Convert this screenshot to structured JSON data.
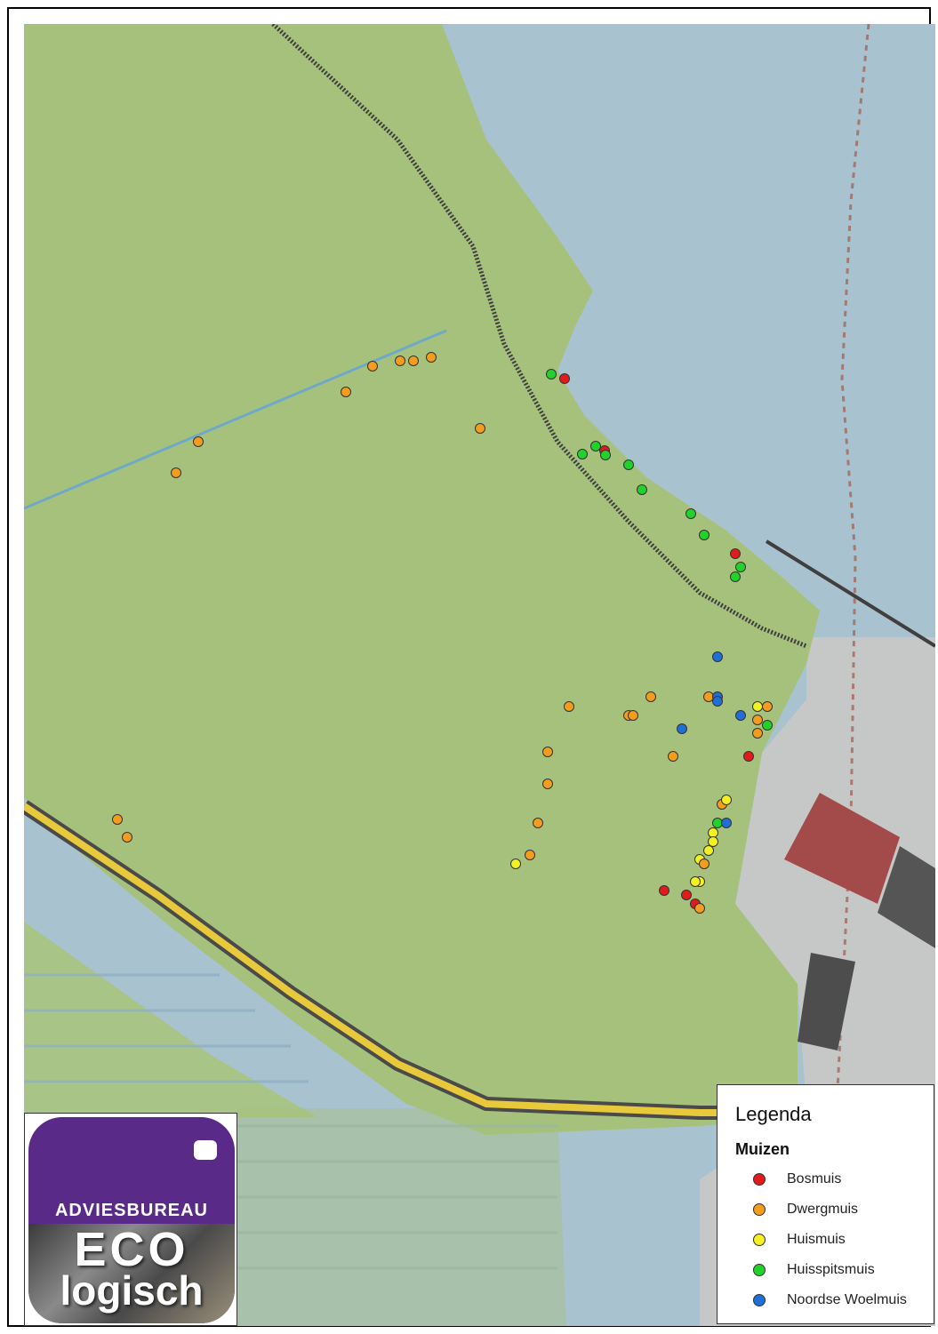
{
  "legend": {
    "title": "Legenda",
    "group_title": "Muizen",
    "items": [
      {
        "label": "Bosmuis",
        "color": "#e31a1c"
      },
      {
        "label": "Dwergmuis",
        "color": "#f39c1e"
      },
      {
        "label": "Huismuis",
        "color": "#f5f022"
      },
      {
        "label": "Huisspitsmuis",
        "color": "#22d22a"
      },
      {
        "label": "Noordse Woelmuis",
        "color": "#1f6fd6"
      }
    ]
  },
  "logo": {
    "line1": "ADVIESBUREAU",
    "line2": "ECO",
    "line3": "logisch"
  },
  "colors": {
    "grass": "#a6c17c",
    "water": "#a9c2cf",
    "urban": "#c9c9c9",
    "dike": "#4a4a4a",
    "road_yellow": "#e7c93b",
    "building_red": "#a34a4a"
  },
  "observations": [
    {
      "species": "Dwergmuis"
    },
    {
      "species": "Dwergmuis"
    },
    {
      "species": "Dwergmuis"
    },
    {
      "species": "Dwergmuis"
    },
    {
      "species": "Dwergmuis"
    },
    {
      "species": "Dwergmuis"
    },
    {
      "species": "Dwergmuis"
    },
    {
      "species": "Dwergmuis"
    },
    {
      "species": "Huisspitsmuis"
    },
    {
      "species": "Bosmuis"
    },
    {
      "species": "Huisspitsmuis"
    },
    {
      "species": "Huisspitsmuis"
    },
    {
      "species": "Bosmuis"
    },
    {
      "species": "Huisspitsmuis"
    },
    {
      "species": "Huisspitsmuis"
    },
    {
      "species": "Huisspitsmuis"
    },
    {
      "species": "Huisspitsmuis"
    },
    {
      "species": "Huisspitsmuis"
    },
    {
      "species": "Bosmuis"
    },
    {
      "species": "Huisspitsmuis"
    },
    {
      "species": "Huisspitsmuis"
    },
    {
      "species": "Noordse Woelmuis"
    },
    {
      "species": "Dwergmuis"
    },
    {
      "species": "Noordse Woelmuis"
    },
    {
      "species": "Noordse Woelmuis"
    },
    {
      "species": "Dwergmuis"
    },
    {
      "species": "Dwergmuis"
    },
    {
      "species": "Dwergmuis"
    },
    {
      "species": "Huismuis"
    },
    {
      "species": "Dwergmuis"
    },
    {
      "species": "Dwergmuis"
    },
    {
      "species": "Dwergmuis"
    },
    {
      "species": "Huisspitsmuis"
    },
    {
      "species": "Noordse Woelmuis"
    },
    {
      "species": "Noordse Woelmuis"
    },
    {
      "species": "Dwergmuis"
    },
    {
      "species": "Bosmuis"
    },
    {
      "species": "Dwergmuis"
    },
    {
      "species": "Dwergmuis"
    },
    {
      "species": "Dwergmuis"
    },
    {
      "species": "Dwergmuis"
    },
    {
      "species": "Dwergmuis"
    },
    {
      "species": "Huismuis"
    },
    {
      "species": "Dwergmuis"
    },
    {
      "species": "Huismuis"
    },
    {
      "species": "Huisspitsmuis"
    },
    {
      "species": "Noordse Woelmuis"
    },
    {
      "species": "Huismuis"
    },
    {
      "species": "Huismuis"
    },
    {
      "species": "Huismuis"
    },
    {
      "species": "Huismuis"
    },
    {
      "species": "Dwergmuis"
    },
    {
      "species": "Huismuis"
    },
    {
      "species": "Huismuis"
    },
    {
      "species": "Bosmuis"
    },
    {
      "species": "Bosmuis"
    },
    {
      "species": "Bosmuis"
    },
    {
      "species": "Dwergmuis"
    },
    {
      "species": "Dwergmuis"
    },
    {
      "species": "Dwergmuis"
    }
  ]
}
